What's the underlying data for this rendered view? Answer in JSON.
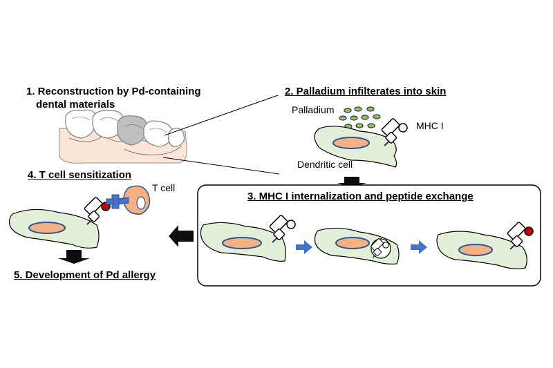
{
  "steps": {
    "step1_line1": "1. Reconstruction by Pd-containing",
    "step1_line2": "dental materials",
    "step2": "2. Palladium infilterates into skin",
    "step3": "3. MHC I internalization and peptide exchange",
    "step4": "4. T cell sensitization",
    "step5": "5. Development of Pd allergy"
  },
  "labels": {
    "palladium": "Palladium",
    "mhc": "MHC I",
    "dendritic": "Dendritic cell",
    "tcell": "T cell"
  },
  "colors": {
    "cell_fill": "#e2efd9",
    "nucleus_fill": "#f4b183",
    "nucleus_stroke": "#2f5597",
    "arrow_blue": "#4472c4",
    "arrow_dark": "#0d0d0d",
    "tcell_fill": "#f4b183",
    "tcell_receptor": "#4472c4",
    "peptide_red": "#c00000",
    "palladium_dot": "#9bbb59",
    "gum_fill": "#fbe5d6"
  }
}
